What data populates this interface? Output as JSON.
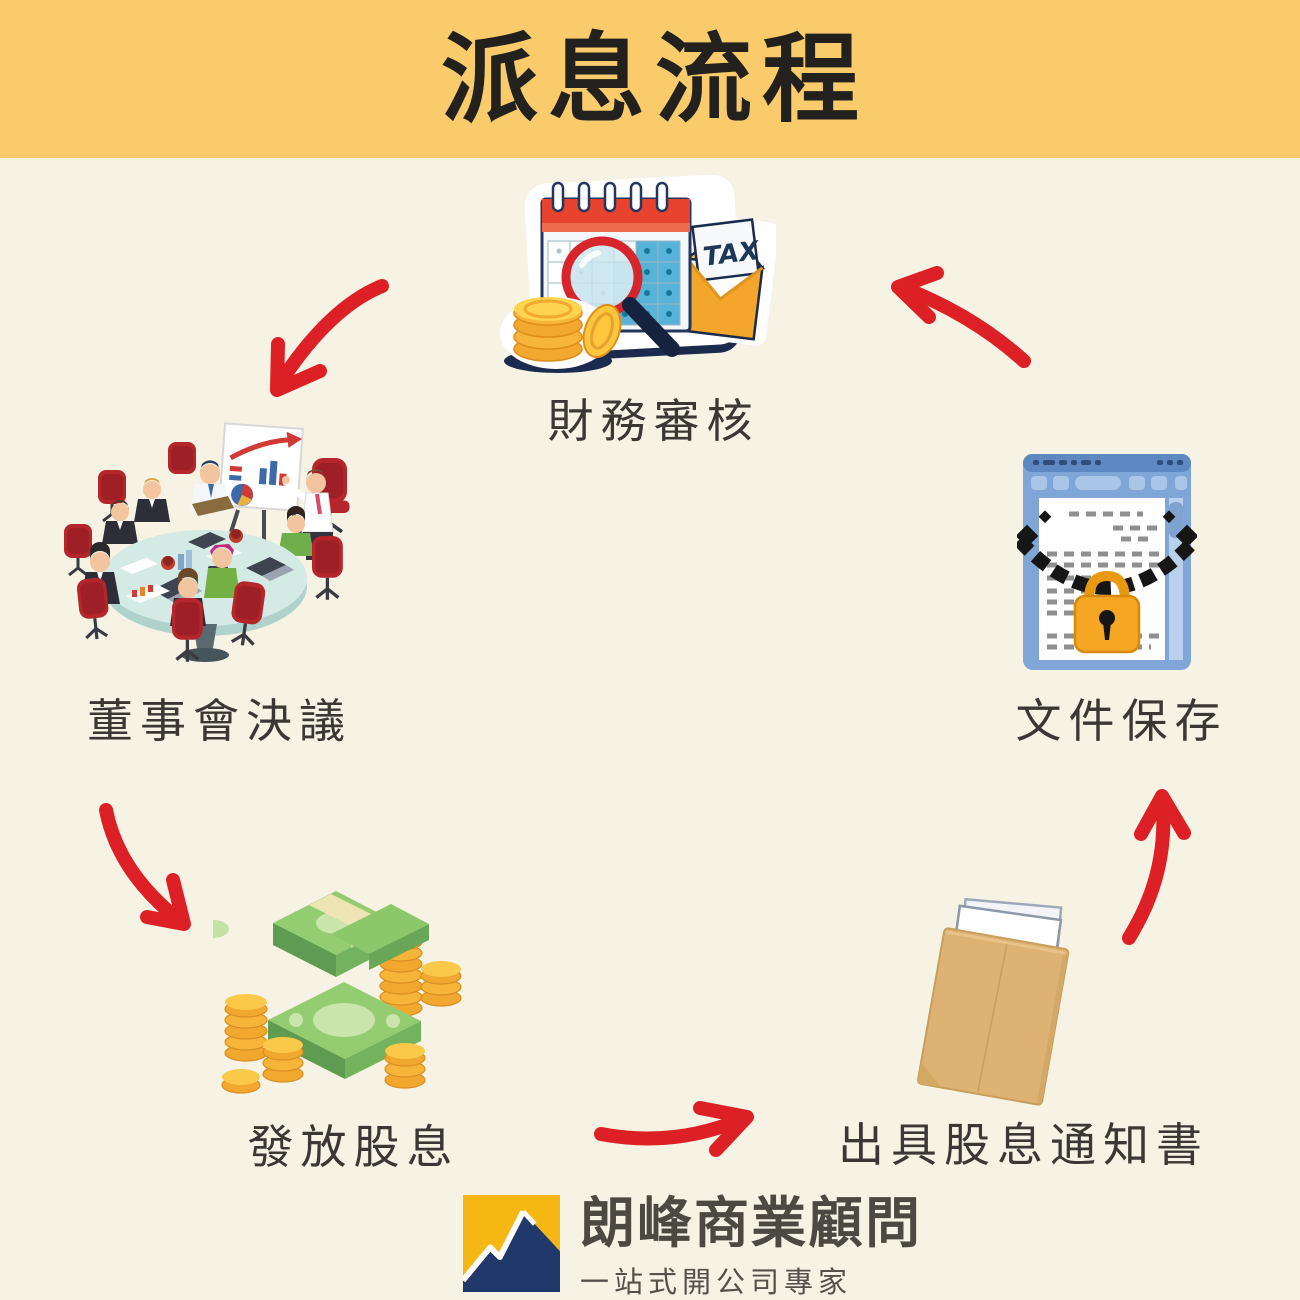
{
  "title": "派息流程",
  "steps": [
    {
      "label": "財務審核",
      "icon": "calendar-tax-audit-icon",
      "badge": "TAX"
    },
    {
      "label": "董事會決議",
      "icon": "board-meeting-icon"
    },
    {
      "label": "發放股息",
      "icon": "cash-and-coins-icon"
    },
    {
      "label": "出具股息通知書",
      "icon": "kraft-envelope-documents-icon"
    },
    {
      "label": "文件保存",
      "icon": "locked-document-icon"
    }
  ],
  "footer": {
    "brand": "朗峰商業顧問",
    "tagline": "一站式開公司專家",
    "logo_icon": "mountain-peak-logo-icon"
  },
  "colors": {
    "header_yellow": "#F9CB6B",
    "background_cream": "#F6F3E4",
    "arrow_red": "#DC2026",
    "title_text": "#23211E",
    "label_text": "#3B3833",
    "logo_yellow": "#F5B713",
    "logo_navy": "#21386B"
  }
}
